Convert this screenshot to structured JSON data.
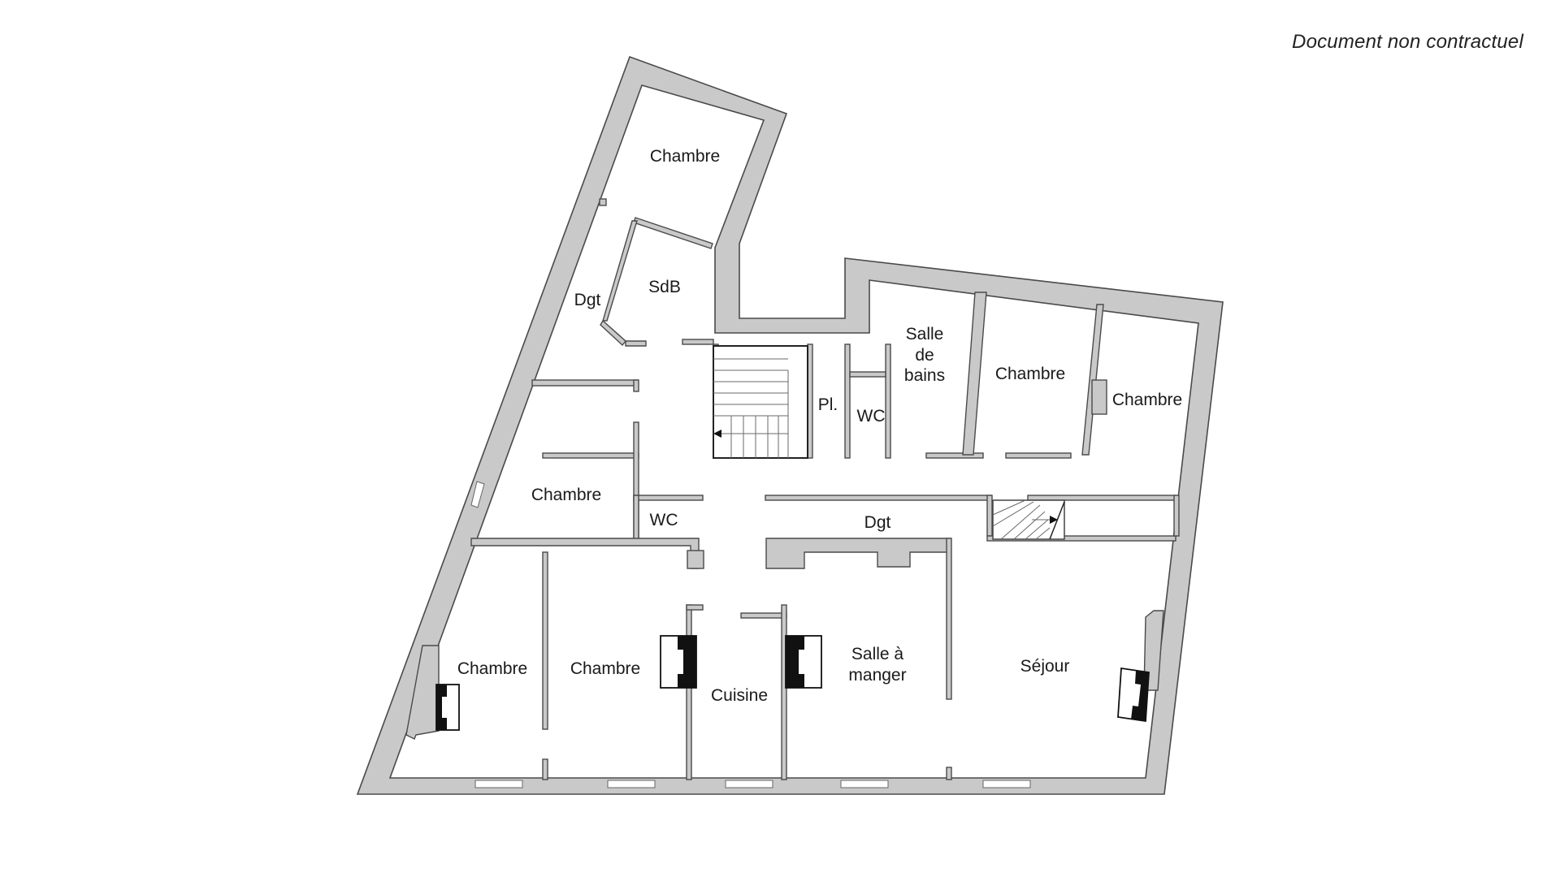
{
  "disclaimer": "Document non contractuel",
  "rooms": {
    "chambre_top": "Chambre",
    "sdb": "SdB",
    "dgt_left": "Dgt",
    "salle_de_bains_1": "Salle",
    "salle_de_bains_2": "de",
    "salle_de_bains_3": "bains",
    "chambre_mid_right": "Chambre",
    "chambre_far_right": "Chambre",
    "placard": "Pl.",
    "wc_upper": "WC",
    "chambre_left": "Chambre",
    "wc_lower": "WC",
    "dgt_hall": "Dgt",
    "chambre_bottom_left": "Chambre",
    "chambre_bottom_mid": "Chambre",
    "cuisine": "Cuisine",
    "salle_a_manger_1": "Salle à",
    "salle_a_manger_2": "manger",
    "sejour": "Séjour"
  },
  "colors": {
    "wall_fill": "#c9c9c9",
    "wall_stroke": "#4a4a4a",
    "fireplace": "#111111"
  }
}
